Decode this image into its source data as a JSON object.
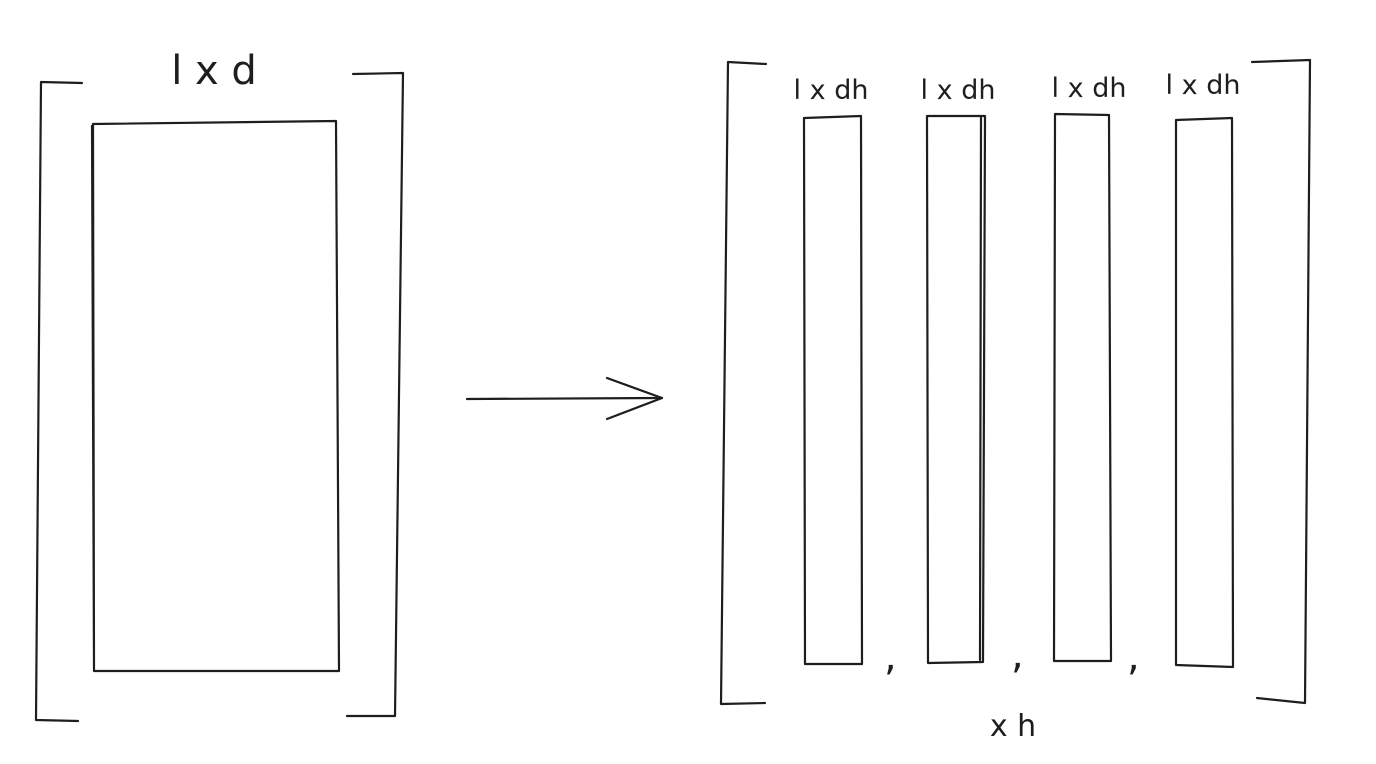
{
  "input_matrix": {
    "label": "l x d"
  },
  "output_matrices": [
    {
      "label": "l x dh"
    },
    {
      "label": "l x dh"
    },
    {
      "label": "l x dh"
    },
    {
      "label": "l x dh"
    }
  ],
  "separator": ",",
  "multiplier_label": "x h",
  "stroke_color": "#1e1e1e",
  "background_color": "#ffffff"
}
